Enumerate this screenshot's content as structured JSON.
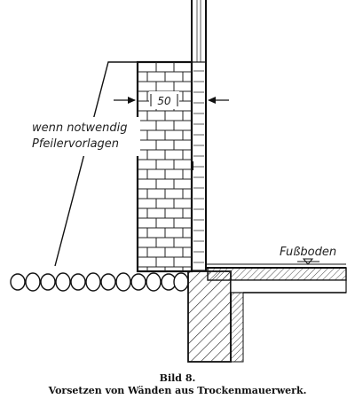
{
  "figure": {
    "dimension_label": "50",
    "annotation_line1": "wenn notwendig",
    "annotation_line2": "Pfeilervorlagen",
    "floor_label": "Fußboden",
    "caption_title": "Bild 8.",
    "caption_text": "Vorsetzen von Wänden aus Trockenmauerwerk."
  }
}
